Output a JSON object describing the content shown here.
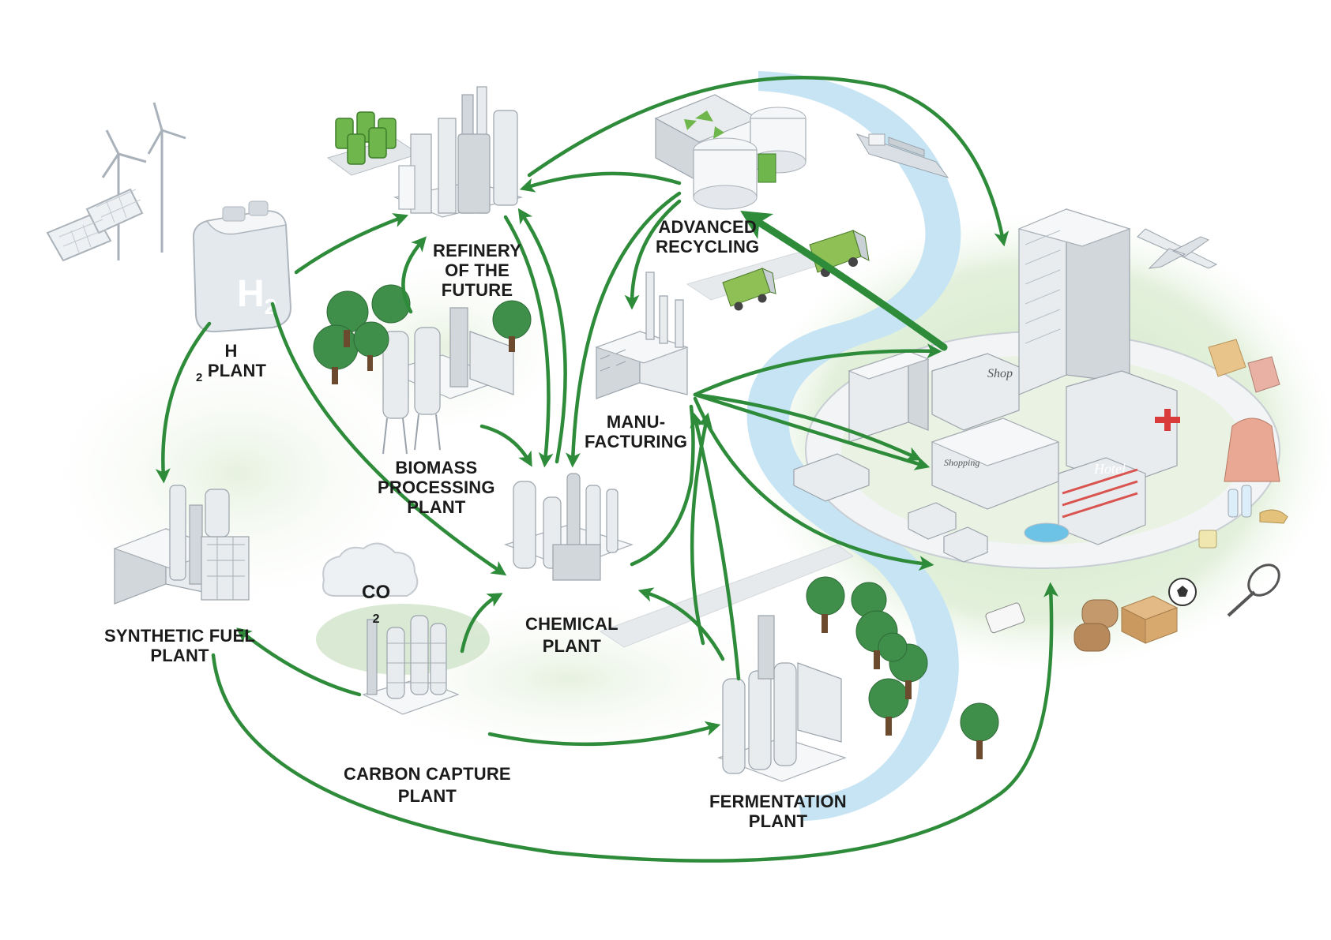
{
  "colors": {
    "arrow": "#2e8b3a",
    "river": "#c6e4f3",
    "ground_glow": "#d9ecd0",
    "tree": "#3f8f4a",
    "trunk": "#6b4a2e",
    "building": "#e9ecef",
    "recycle_green": "#6fb64c"
  },
  "labels": {
    "h2_plant": "H",
    "h2_plant_sub": "2",
    "h2_plant_tail": " PLANT",
    "h2_tank_text": "H",
    "h2_tank_sub": "2",
    "refinery": [
      "REFINERY",
      "OF THE",
      "FUTURE"
    ],
    "advanced_recycling": [
      "ADVANCED",
      "RECYCLING"
    ],
    "biomass": [
      "BIOMASS",
      "PROCESSING",
      "PLANT"
    ],
    "manufacturing": [
      "MANU-",
      "FACTURING"
    ],
    "chemical": [
      "CHEMICAL",
      "PLANT"
    ],
    "synthetic_fuel": [
      "SYNTHETIC FUEL",
      "PLANT"
    ],
    "co2": "CO",
    "co2_sub": "2",
    "carbon_capture": [
      "CARBON CAPTURE",
      "PLANT"
    ],
    "fermentation": [
      "FERMENTATION",
      "PLANT"
    ]
  },
  "city_signs": {
    "shop": "Shop",
    "shopping": "Shopping",
    "hotel": "Hotel"
  },
  "icons": [
    "wind-turbine-icon",
    "solar-panel-icon",
    "h2-tank-icon",
    "refinery-icon",
    "green-barrels-icon",
    "recycling-facility-icon",
    "garbage-truck-icon",
    "cargo-ship-icon",
    "factory-icon",
    "biomass-silo-icon",
    "tree-icon",
    "chemical-plant-icon",
    "synthetic-fuel-plant-icon",
    "co2-cloud-icon",
    "carbon-capture-icon",
    "fermentation-silo-icon",
    "city-icon",
    "airplane-icon",
    "armchair-icon",
    "jacket-icon",
    "bottle-icon",
    "shoes-icon",
    "tennis-racket-icon",
    "football-icon",
    "smartphone-icon",
    "cardboard-box-icon",
    "paint-bucket-icon"
  ]
}
